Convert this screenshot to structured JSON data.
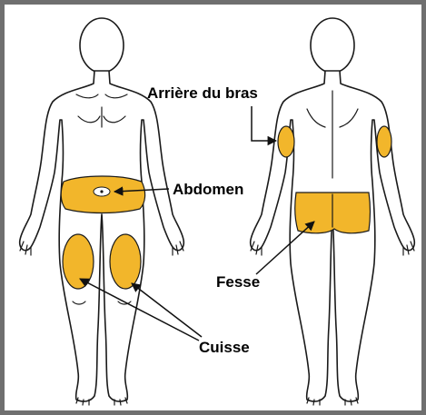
{
  "labels": {
    "back_of_arm": "Arrière du bras",
    "abdomen": "Abdomen",
    "buttock": "Fesse",
    "thigh": "Cuisse"
  },
  "colors": {
    "injection_zone": "#F2B62B",
    "outline": "#1a1a1a",
    "frame": "#6f6f6f"
  }
}
